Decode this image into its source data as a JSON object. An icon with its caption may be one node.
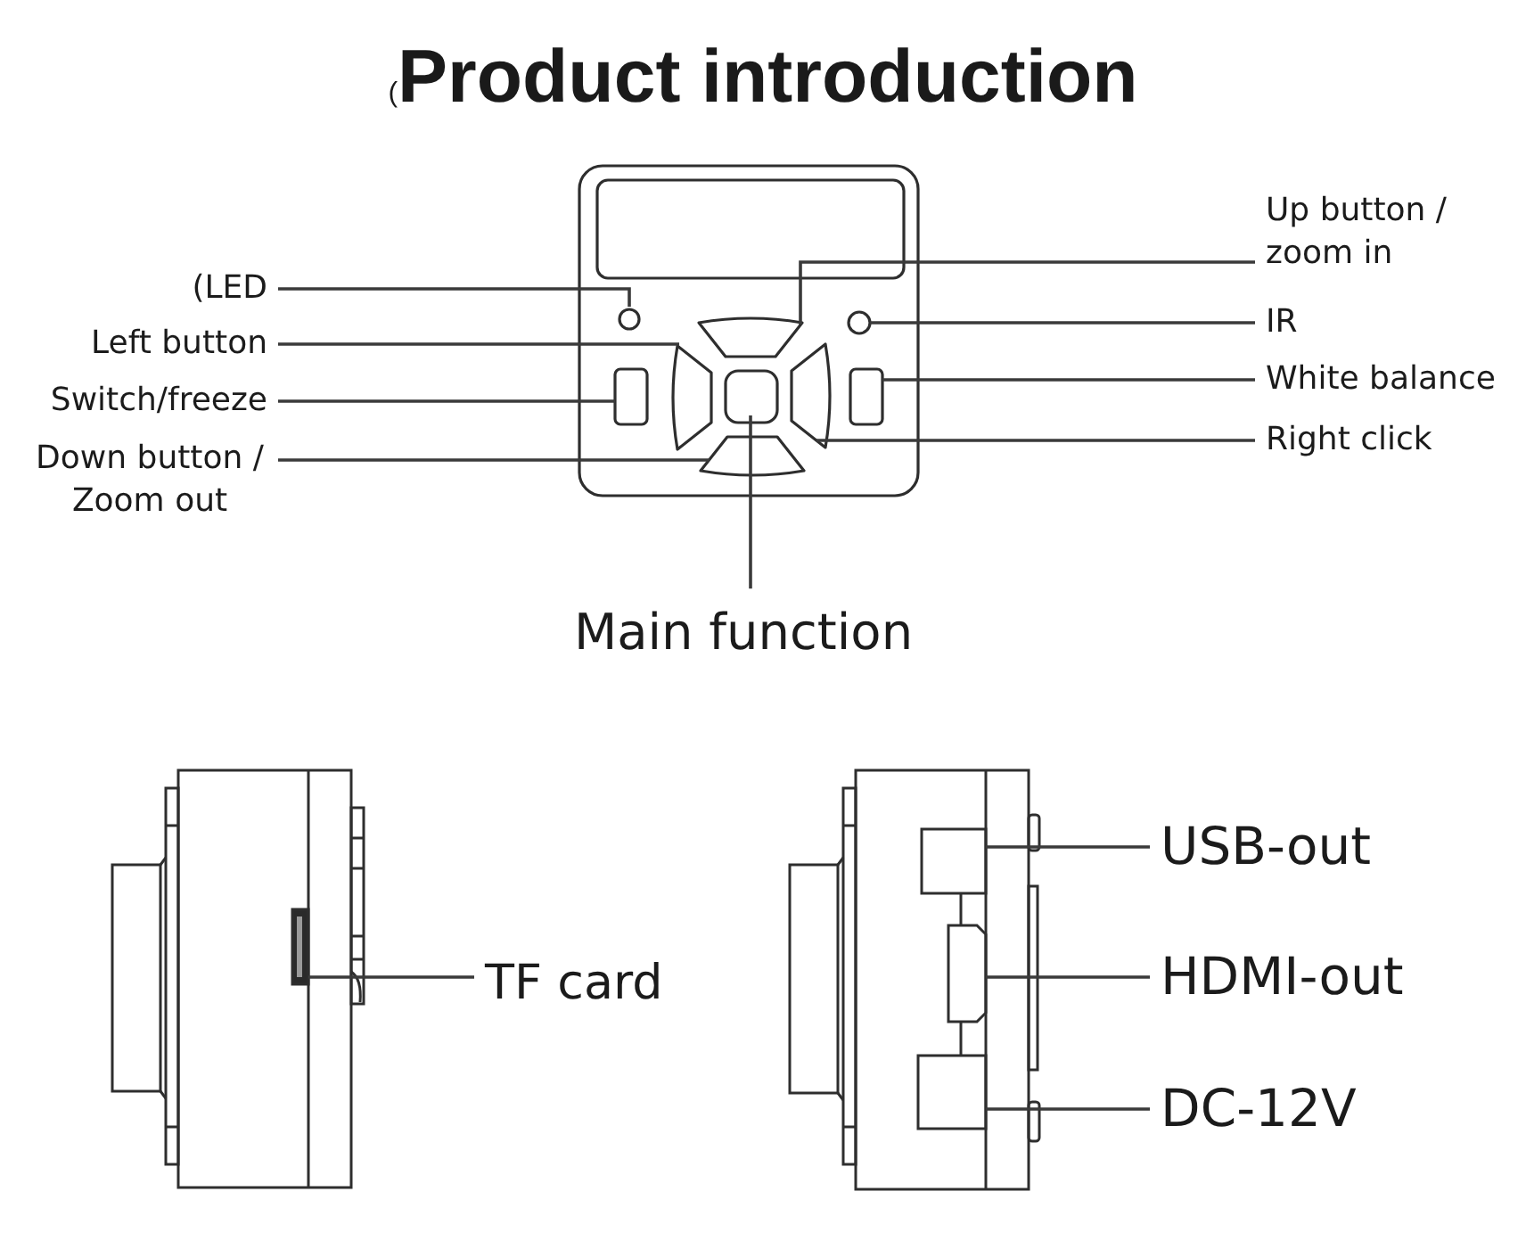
{
  "diagram": {
    "title": "$_{(}$Product introduction",
    "nodes": [
      {
        "text": [
          "(LED"
        ]
      },
      {
        "text": [
          "Left button"
        ]
      },
      {
        "text": [
          "Switch/freeze"
        ]
      },
      {
        "text": [
          "Down button / Zoom out"
        ]
      },
      {
        "text": [
          "Up button / zoom in"
        ]
      },
      {
        "text": [
          "IR"
        ]
      },
      {
        "text": [
          "White balance"
        ]
      },
      {
        "text": [
          "Right click"
        ]
      },
      {
        "text": [
          "Main function"
        ]
      },
      {
        "text": [
          "TF card"
        ]
      },
      {
        "text": [
          "USB-out"
        ]
      },
      {
        "text": [
          "HDMI-out"
        ]
      },
      {
        "text": [
          "DC-12V"
        ]
      }
    ],
    "edges": [
      {
        "from": 0,
        "to": null,
        "arrow": "none"
      },
      {
        "from": 1,
        "to": null,
        "arrow": "none"
      },
      {
        "from": 2,
        "to": null,
        "arrow": "none"
      },
      {
        "from": 3,
        "to": null,
        "arrow": "none"
      },
      {
        "from": 4,
        "to": null,
        "arrow": "none"
      },
      {
        "from": 5,
        "to": null,
        "arrow": "none"
      },
      {
        "from": 6,
        "to": null,
        "arrow": "none"
      },
      {
        "from": 7,
        "to": null,
        "arrow": "none"
      },
      {
        "from": 8,
        "to": null,
        "arrow": "none"
      },
      {
        "from": 9,
        "to": null,
        "arrow": "none"
      },
      {
        "from": 10,
        "to": null,
        "arrow": "none"
      },
      {
        "from": 11,
        "to": null,
        "arrow": "none"
      },
      {
        "from": 12,
        "to": null,
        "arrow": "none"
      }
    ]
  }
}
